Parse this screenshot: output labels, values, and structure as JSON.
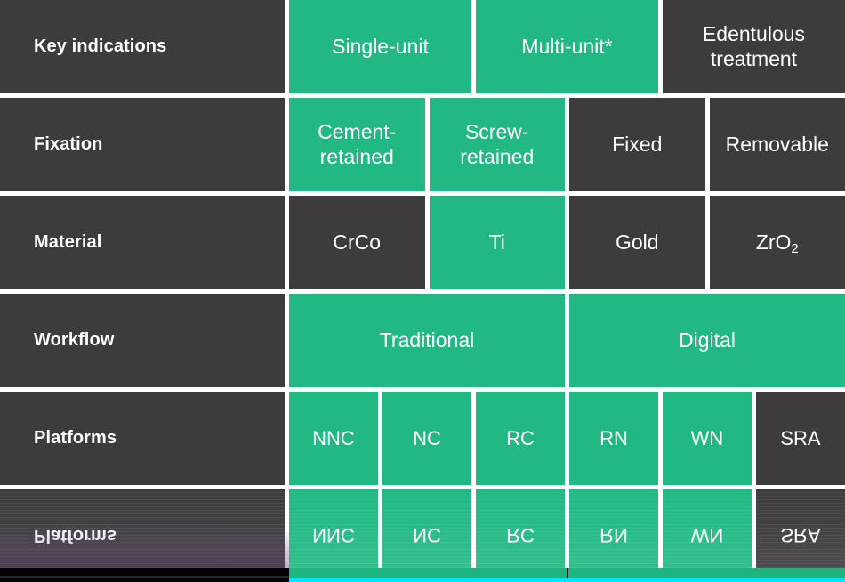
{
  "theme": {
    "dark_cell": "#3d3b3e",
    "green_cell": "#22b884",
    "divider": "#ffffff",
    "text": "#ffffff",
    "accent_line": "#00e5ff"
  },
  "table": {
    "rows": [
      {
        "id": "key-indications",
        "label": "Key indications",
        "cells": [
          {
            "text": "Single-unit",
            "state": "green"
          },
          {
            "text": "Multi-unit*",
            "state": "green"
          },
          {
            "text": "Edentulous treatment",
            "state": "dark"
          }
        ]
      },
      {
        "id": "fixation",
        "label": "Fixation",
        "cells": [
          {
            "text": "Cement-retained",
            "state": "green"
          },
          {
            "text": "Screw-retained",
            "state": "green"
          },
          {
            "text": "Fixed",
            "state": "dark"
          },
          {
            "text": "Removable",
            "state": "dark"
          }
        ]
      },
      {
        "id": "material",
        "label": "Material",
        "cells": [
          {
            "text": "CrCo",
            "state": "dark"
          },
          {
            "text": "Ti",
            "state": "green"
          },
          {
            "text": "Gold",
            "state": "dark"
          },
          {
            "text": "ZrO2",
            "state": "dark"
          }
        ]
      },
      {
        "id": "workflow",
        "label": "Workflow",
        "cells": [
          {
            "text": "Traditional",
            "state": "green"
          },
          {
            "text": "Digital",
            "state": "green"
          }
        ]
      },
      {
        "id": "platforms",
        "label": "Platforms",
        "cells": [
          {
            "text": "NNC",
            "state": "green"
          },
          {
            "text": "NC",
            "state": "green"
          },
          {
            "text": "RC",
            "state": "green"
          },
          {
            "text": "RN",
            "state": "green"
          },
          {
            "text": "WN",
            "state": "green"
          },
          {
            "text": "SRA",
            "state": "dark"
          }
        ]
      }
    ]
  }
}
